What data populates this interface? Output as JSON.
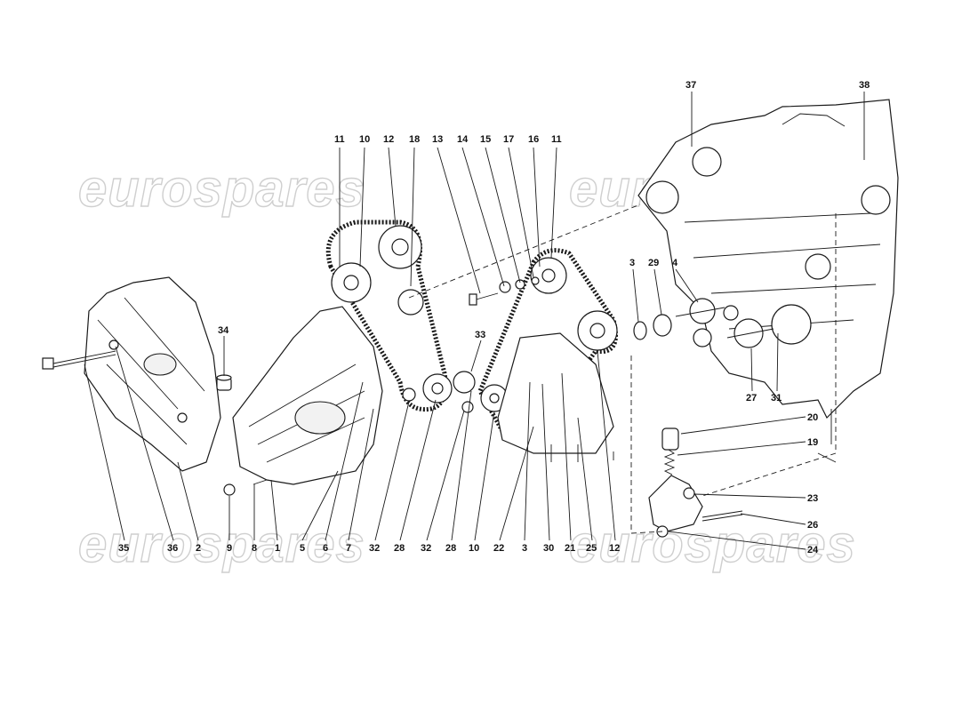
{
  "watermarks": [
    "eurospares",
    "eurospares",
    "eurospares",
    "eurospares"
  ],
  "callouts": {
    "top_row": [
      "11",
      "10",
      "12",
      "18",
      "13",
      "14",
      "15",
      "17",
      "16",
      "11"
    ],
    "right_top": [
      "37",
      "38",
      "3",
      "29",
      "4",
      "27",
      "31"
    ],
    "left_mid": [
      "34",
      "33"
    ],
    "tensioner": [
      "20",
      "19",
      "23",
      "26",
      "24"
    ],
    "bottom_row": [
      "35",
      "36",
      "2",
      "9",
      "8",
      "1",
      "5",
      "6",
      "7",
      "32",
      "28",
      "32",
      "28",
      "10",
      "22",
      "3",
      "30",
      "21",
      "25",
      "12"
    ]
  }
}
